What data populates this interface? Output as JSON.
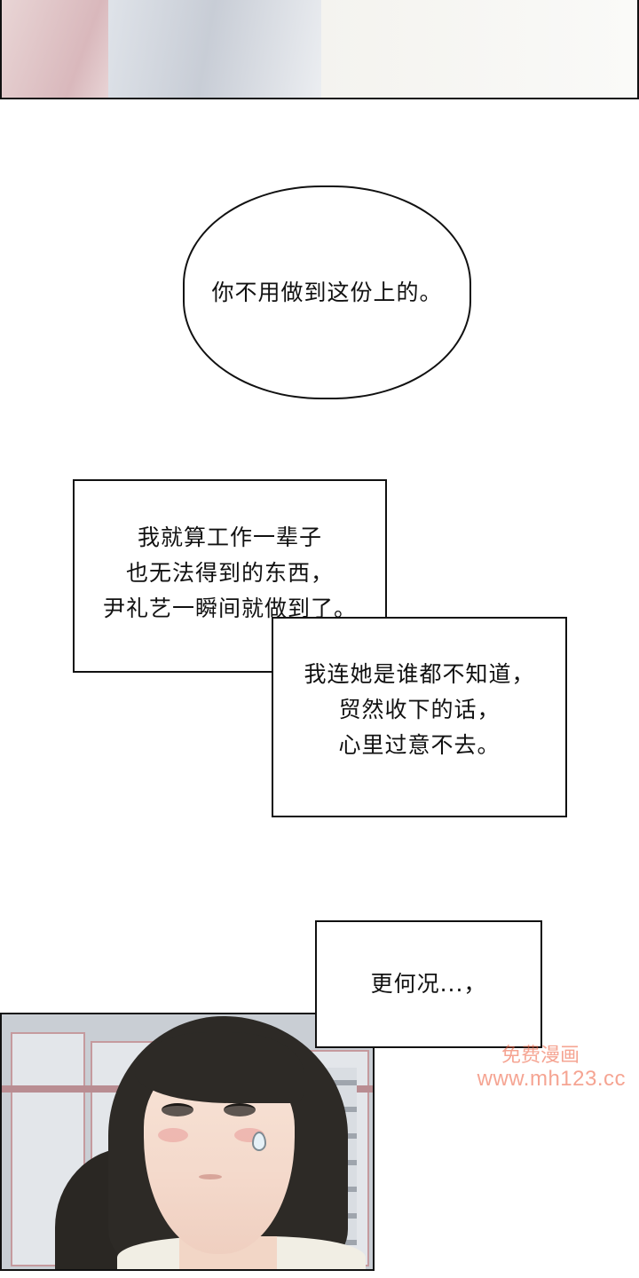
{
  "speech_bubble": {
    "text": "你不用做到这份上的。"
  },
  "narration_1": {
    "lines": [
      "我就算工作一辈子",
      "也无法得到的东西，",
      "尹礼艺一瞬间就做到了。"
    ]
  },
  "narration_2": {
    "lines": [
      "我连她是谁都不知道，",
      "贸然收下的话，",
      "心里过意不去。"
    ]
  },
  "narration_3": {
    "text": "更何况...，"
  },
  "watermark": {
    "line1": "免费漫画",
    "line2": "www.mh123.cc"
  }
}
